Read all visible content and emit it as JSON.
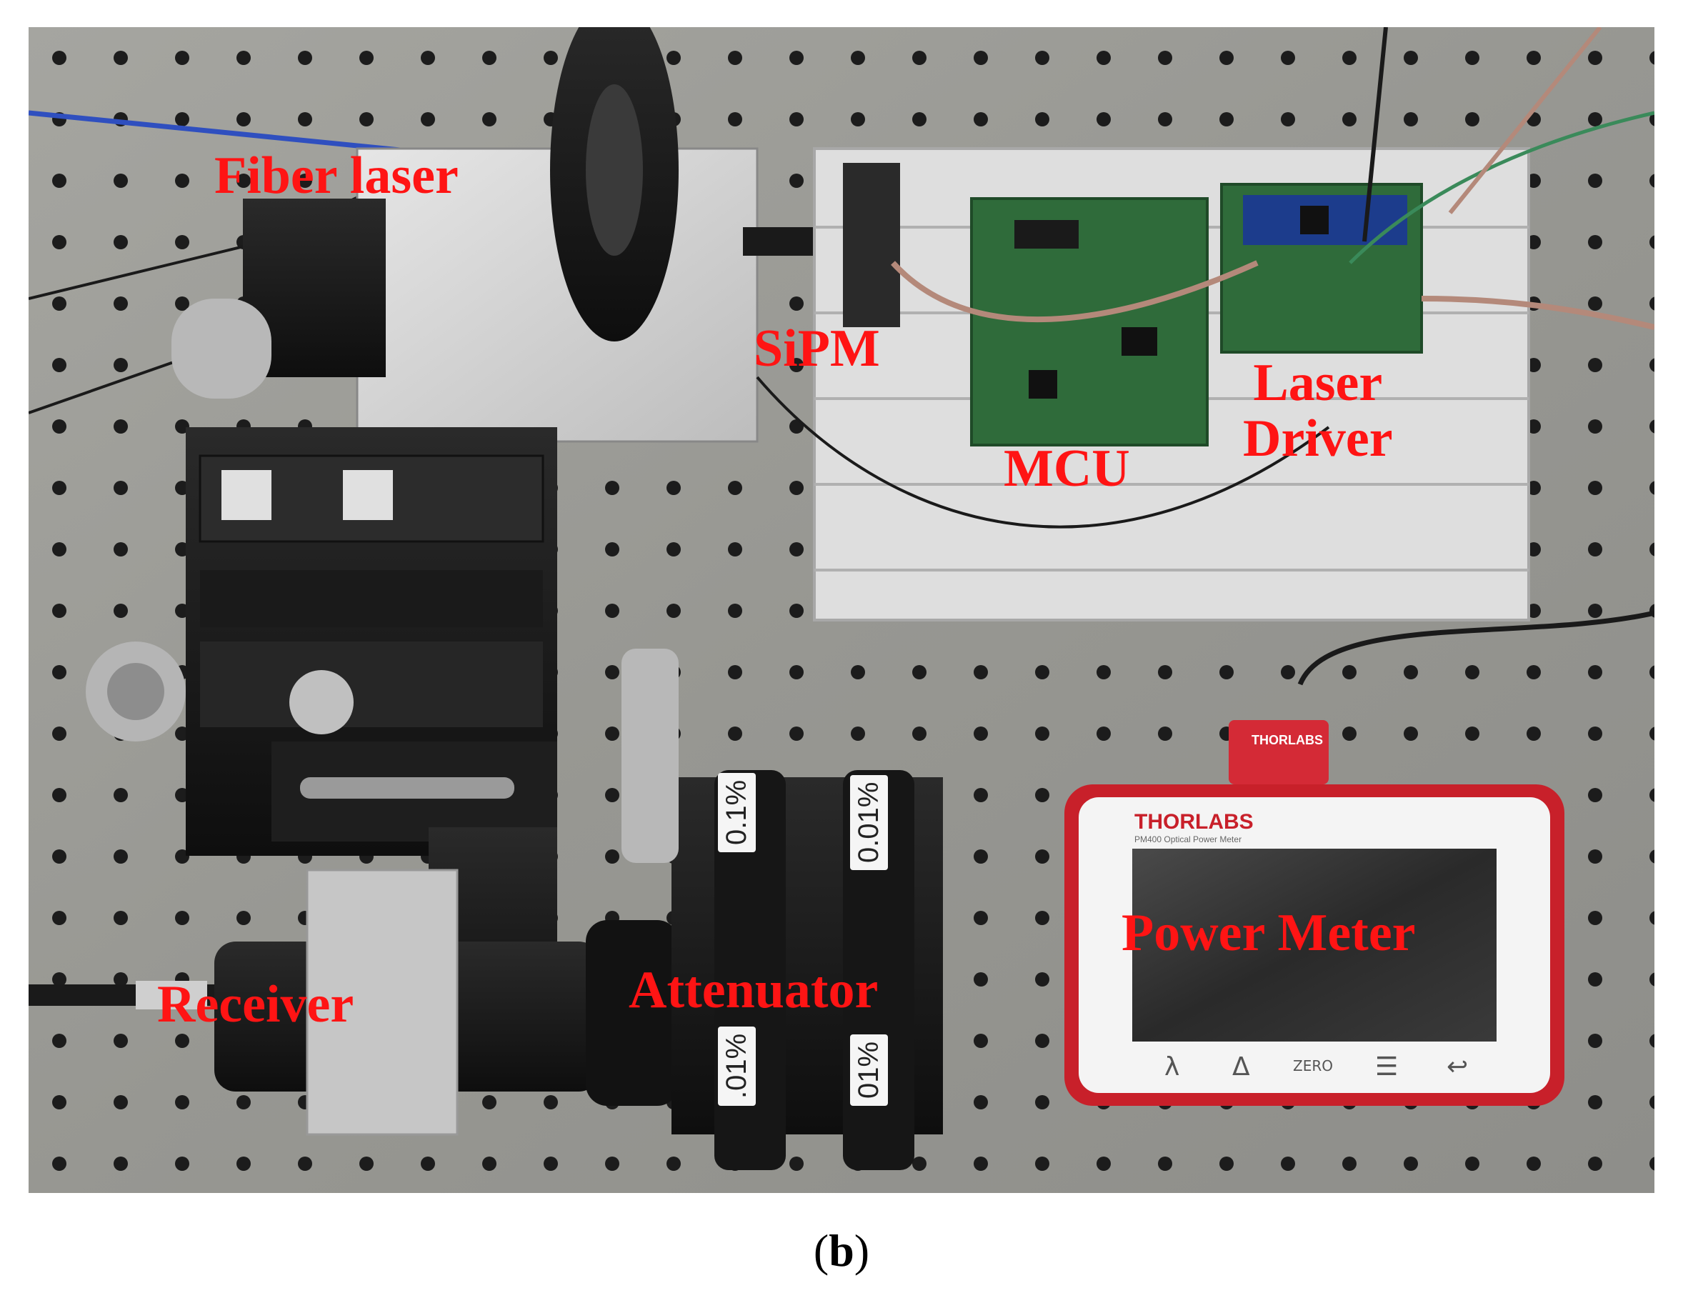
{
  "labels": {
    "fiber_laser": "Fiber laser",
    "sipm": "SiPM",
    "mcu": "MCU",
    "laser_driver_line1": "Laser",
    "laser_driver_line2": "Driver",
    "receiver": "Receiver",
    "attenuator": "Attenuator",
    "power_meter": "Power Meter"
  },
  "attenuator_filters": {
    "filter_a_top": "0.1%",
    "filter_b_top": "0.01%",
    "filter_a_bottom": ".01%",
    "filter_b_bottom": "01%"
  },
  "power_meter_device": {
    "brand": "THORLABS",
    "model": "PM400 Optical Power Meter",
    "sensor_brand": "THORLABS",
    "buttons": [
      "λ",
      "Δ",
      "ZERO",
      "☰",
      "↩"
    ]
  },
  "caption": {
    "open": "(",
    "letter": "b",
    "close": ")"
  },
  "colors": {
    "label_red": "#ff1414",
    "table_gray": "#9a9a96",
    "hole_dark": "#1c1c1c",
    "pcb_green": "#2f6b3a",
    "rail_silver": "#dcdcdc",
    "meter_red": "#c8202a"
  }
}
